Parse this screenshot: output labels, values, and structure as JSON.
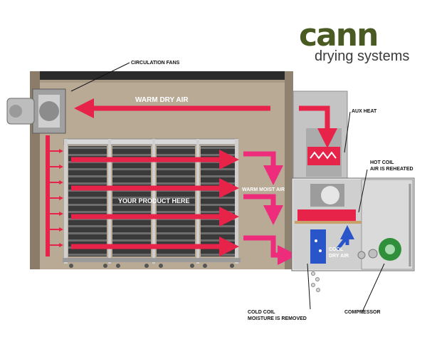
{
  "brand": {
    "name": "cann",
    "subtitle": "drying systems",
    "color": "#4a5a23"
  },
  "labels": {
    "circulation_fans": "CIRCULATION FANS",
    "warm_dry_air": "WARM DRY AIR",
    "your_product": "YOUR PRODUCT HERE",
    "warm_moist_air": "WARM MOIST AIR",
    "aux_heat": "AUX HEAT",
    "hot_coil_line1": "HOT COIL",
    "hot_coil_line2": "AIR IS REHEATED",
    "cool_line1": "COOL",
    "cool_line2": "DRY AIR",
    "cold_coil_line1": "COLD COIL",
    "cold_coil_line2": "MOISTURE IS REMOVED",
    "compressor": "COMPRESSOR"
  },
  "colors": {
    "air_arrow": "#e8234a",
    "moist_arrow": "#ee2c7c",
    "wall": "#b9aa96",
    "cold_coil": "#2a55c8",
    "compressor": "#2f8f3a"
  }
}
